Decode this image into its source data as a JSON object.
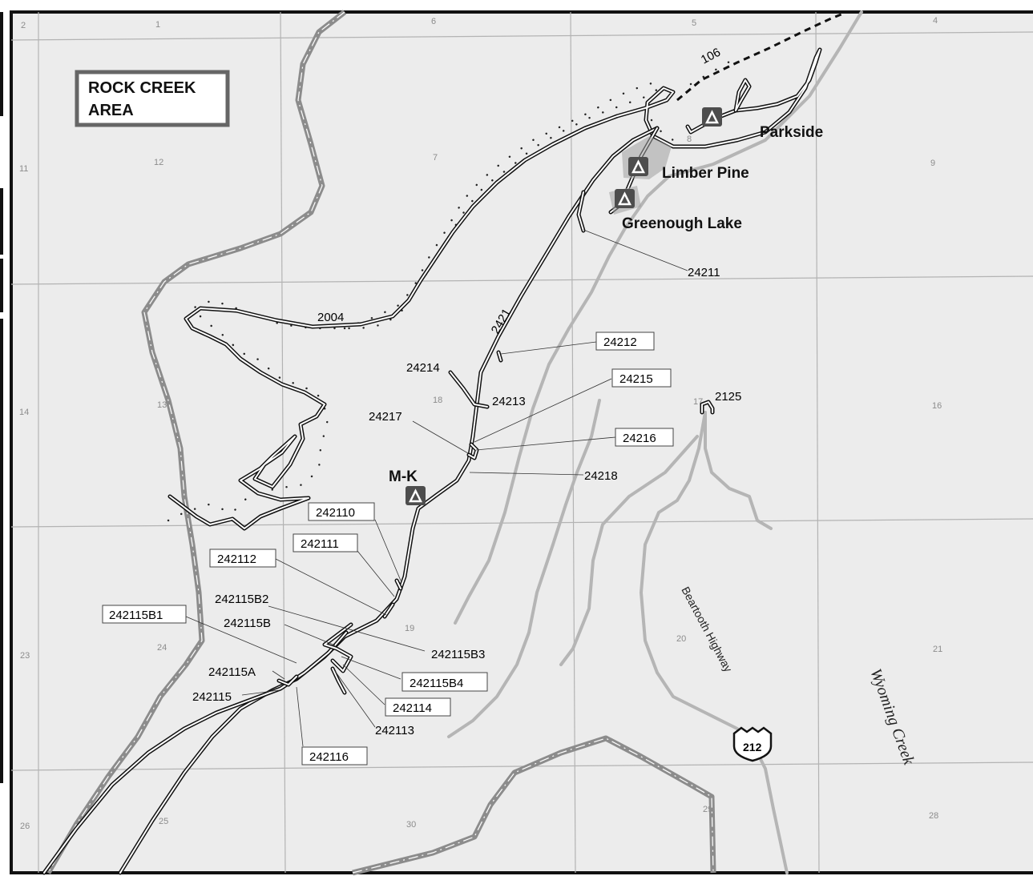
{
  "map": {
    "title_lines": [
      "ROCK CREEK",
      "AREA"
    ],
    "sections": [
      "2",
      "1",
      "6",
      "5",
      "4",
      "11",
      "12",
      "7",
      "8",
      "9",
      "14",
      "13",
      "18",
      "17",
      "16",
      "23",
      "24",
      "19",
      "20",
      "21",
      "26",
      "25",
      "30",
      "29",
      "28"
    ],
    "road_labels": [
      "106",
      "2004",
      "2421",
      "24214",
      "24213",
      "24217",
      "24218",
      "2125",
      "24211",
      "242115B2",
      "242115B",
      "242115A",
      "242115",
      "242115B3",
      "242113"
    ],
    "boxed_road_labels": [
      "24212",
      "24215",
      "24216",
      "242110",
      "242111",
      "242112",
      "242115B1",
      "242115B4",
      "242114",
      "242116"
    ],
    "campgrounds": [
      {
        "name": "Parkside",
        "icon": "campground-icon"
      },
      {
        "name": "Limber Pine",
        "icon": "campground-icon"
      },
      {
        "name": "Greenough Lake",
        "icon": "campground-icon"
      },
      {
        "name": "M-K",
        "icon": "campground-icon"
      }
    ],
    "highway_name": "Beartooth Highway",
    "highway_shield": "212",
    "creek_name": "Wyoming Creek",
    "colors": {
      "road": "#111111",
      "stream": "#b5b5b5",
      "wilderness_boundary": "#8c8c8c",
      "campground_icon": "#4d4d4d"
    }
  }
}
